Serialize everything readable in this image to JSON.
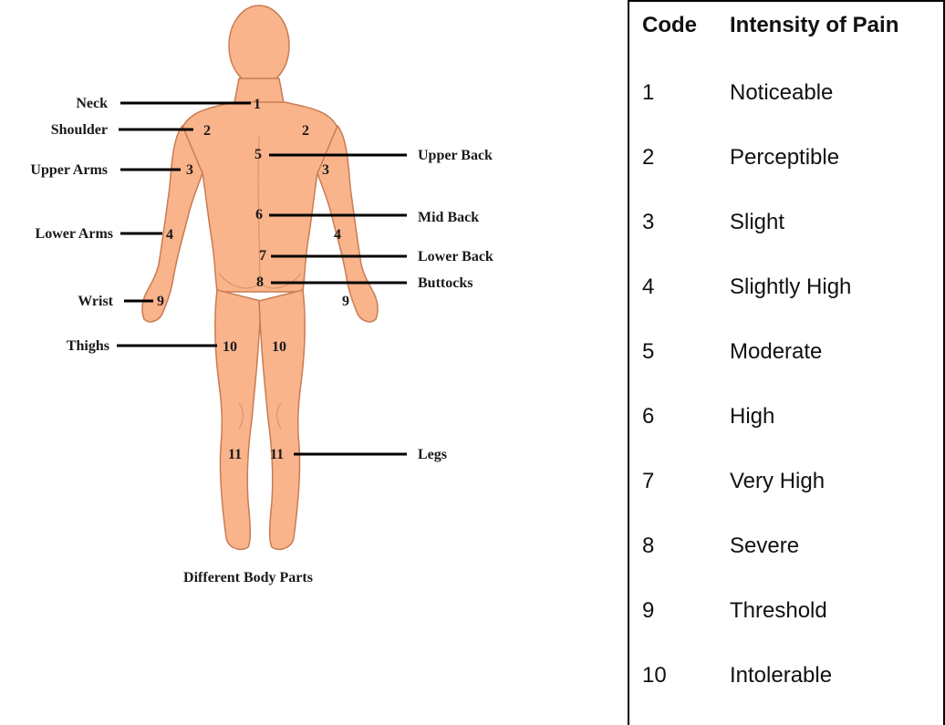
{
  "figure": {
    "caption": "Different Body Parts",
    "skin_color": "#F9B48C",
    "skin_outline": "#C97B52",
    "labels": [
      {
        "id": "neck",
        "text": "Neck"
      },
      {
        "id": "shoulder",
        "text": "Shoulder"
      },
      {
        "id": "upper-arms",
        "text": "Upper Arms"
      },
      {
        "id": "lower-arms",
        "text": "Lower Arms"
      },
      {
        "id": "wrist",
        "text": "Wrist"
      },
      {
        "id": "thighs",
        "text": "Thighs"
      },
      {
        "id": "upper-back",
        "text": "Upper Back"
      },
      {
        "id": "mid-back",
        "text": "Mid Back"
      },
      {
        "id": "lower-back",
        "text": "Lower Back"
      },
      {
        "id": "buttocks",
        "text": "Buttocks"
      },
      {
        "id": "legs",
        "text": "Legs"
      }
    ],
    "numbers": {
      "n1": "1",
      "n2": "2",
      "n3": "3",
      "n4": "4",
      "n5": "5",
      "n6": "6",
      "n7": "7",
      "n8": "8",
      "n9": "9",
      "n10": "10",
      "n11": "11"
    }
  },
  "table": {
    "header": {
      "code": "Code",
      "intensity": "Intensity of Pain"
    },
    "rows": [
      {
        "code": "1",
        "intensity": "Noticeable"
      },
      {
        "code": "2",
        "intensity": "Perceptible"
      },
      {
        "code": "3",
        "intensity": "Slight"
      },
      {
        "code": "4",
        "intensity": "Slightly High"
      },
      {
        "code": "5",
        "intensity": "Moderate"
      },
      {
        "code": "6",
        "intensity": "High"
      },
      {
        "code": "7",
        "intensity": "Very High"
      },
      {
        "code": "8",
        "intensity": "Severe"
      },
      {
        "code": "9",
        "intensity": "Threshold"
      },
      {
        "code": "10",
        "intensity": "Intolerable"
      }
    ]
  }
}
